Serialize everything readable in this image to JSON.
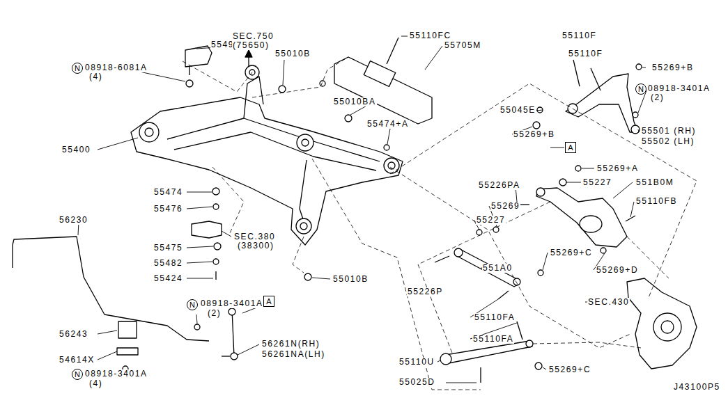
{
  "diagram": {
    "nodes": [
      {
        "text": [
          "N"
        ]
      },
      {
        "text": [
          "N"
        ]
      },
      {
        "text": [
          "A"
        ]
      },
      {
        "text": [
          "N"
        ]
      },
      {
        "text": [
          "A"
        ]
      },
      {
        "text": [
          "N"
        ]
      }
    ],
    "labels": [
      "55490",
      "SEC.750",
      "(75650)",
      "55010B",
      "08918-6081A",
      "(4)",
      "55110FC",
      "55705M",
      "55110F",
      "55110F",
      "55269+B",
      "08918-3401A",
      "(2)",
      "55010BA",
      "55045E",
      "55474+A",
      "55269+B",
      "55501 (RH)",
      "55502 (LH)",
      "55400",
      "55269+A",
      "55227",
      "551B0M",
      "55226PA",
      "55474",
      "55269",
      "55476",
      "55110FB",
      "55227",
      "56230",
      "SEC.380",
      "(38300)",
      "55475",
      "55482",
      "55269+C",
      "551A0",
      "55269+D",
      "55424",
      "55010B",
      "55226P",
      "SEC.430",
      "08918-3401A",
      "(2)",
      "55110FA",
      "55110FA",
      "56243",
      "56261N(RH)",
      "56261NA(LH)",
      "54614X",
      "55110U",
      "55269+C",
      "08918-3401A",
      "(4)",
      "55025D",
      "J43100P5"
    ]
  }
}
